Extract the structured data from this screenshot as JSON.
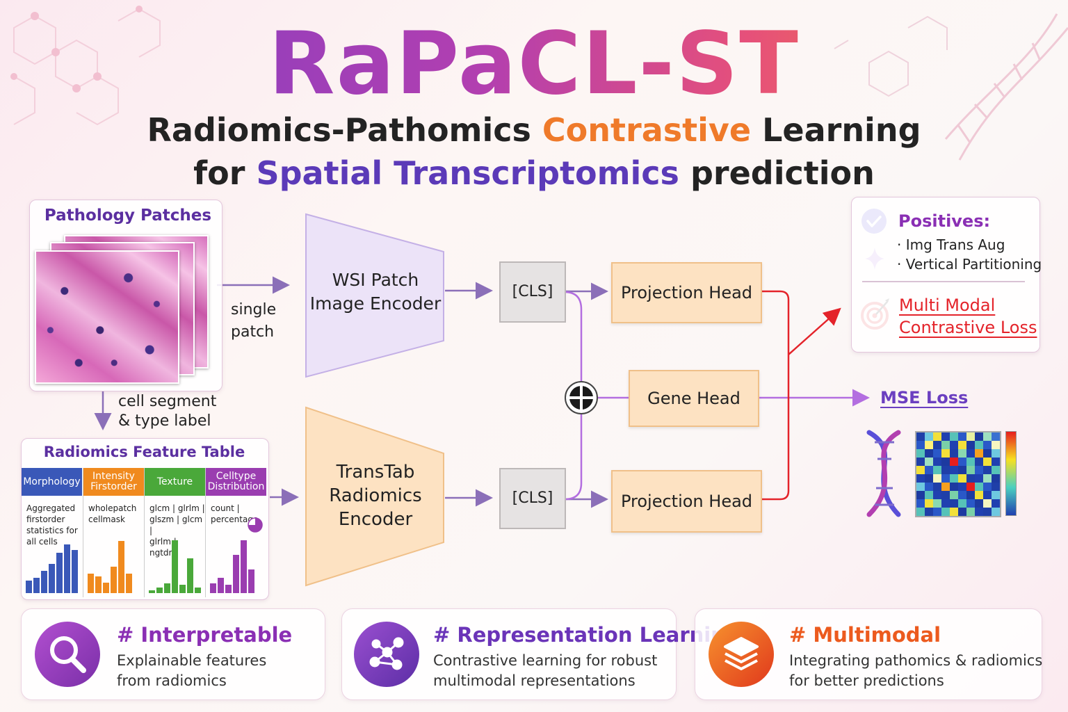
{
  "title": "RaPaCL-ST",
  "subtitle": {
    "line1_part1": "Radiomics-Pathomics ",
    "line1_highlight": "Contrastive",
    "line1_part2": " Learning",
    "line2_part1": "for ",
    "line2_highlight": "Spatial Transcriptomics",
    "line2_part2": " prediction"
  },
  "pathology": {
    "title": "Pathology Patches"
  },
  "labels": {
    "single_patch_1": "single",
    "single_patch_2": "patch",
    "cell_segment_1": "cell segment",
    "cell_segment_2": "& type label"
  },
  "encoders": {
    "wsi_1": "WSI Patch",
    "wsi_2": "Image Encoder",
    "transtab_1": "TransTab",
    "transtab_2": "Radiomics",
    "transtab_3": "Encoder"
  },
  "tokens": {
    "cls_top": "[CLS]",
    "cls_bottom": "[CLS]"
  },
  "heads": {
    "projection_top": "Projection Head",
    "gene": "Gene Head",
    "projection_bottom": "Projection Head"
  },
  "losses": {
    "positives_title": "Positives:",
    "positive_1": "· Img Trans Aug",
    "positive_2": "· Vertical Partitioning",
    "multimodal_1": "Multi Modal",
    "multimodal_2": "Contrastive Loss",
    "mse": "MSE Loss"
  },
  "radiomics_table": {
    "title": "Radiomics Feature Table",
    "columns": [
      {
        "header_1": "Morphology",
        "header_2": "",
        "color": "#3a58b8",
        "desc": [
          "Aggregated",
          "firstorder",
          "statistics for",
          "all cells"
        ],
        "bars": [
          0.18,
          0.22,
          0.32,
          0.42,
          0.58,
          0.7,
          0.62
        ]
      },
      {
        "header_1": "Intensity",
        "header_2": "Firstorder",
        "color": "#f08a1e",
        "desc": [
          "wholepatch",
          "cellmask",
          "",
          ""
        ],
        "bars": [
          0.28,
          0.24,
          0.15,
          0.38,
          0.75,
          0.28
        ]
      },
      {
        "header_1": "Texture",
        "header_2": "",
        "color": "#4aa83a",
        "desc": [
          "glcm | glrlm |",
          "glszm | glcm |",
          "glrlm | ngtdm",
          ""
        ],
        "bars": [
          0.04,
          0.08,
          0.14,
          0.76,
          0.12,
          0.5,
          0.08
        ]
      },
      {
        "header_1": "Celltype",
        "header_2": "Distribution",
        "color": "#9a3db0",
        "desc": [
          "count |",
          "percentage",
          "",
          ""
        ],
        "bars": [
          0.14,
          0.22,
          0.12,
          0.55,
          0.76,
          0.34
        ]
      }
    ]
  },
  "heatmap": {
    "cells": [
      [
        "#1f3fa8",
        "#6ec8e0",
        "#f2e03a",
        "#2040b0",
        "#56c2b8",
        "#2a58c8",
        "#e8f0a0",
        "#1d3aa0",
        "#9ee0c0",
        "#3a70d0"
      ],
      [
        "#2a58c8",
        "#fff27a",
        "#1f3fa8",
        "#7ad0a8",
        "#2040b0",
        "#f2e03a",
        "#1d3aa0",
        "#56c2b8",
        "#2a58c8",
        "#f6f6c0"
      ],
      [
        "#56c2b8",
        "#1d3aa0",
        "#2a58c8",
        "#f2e03a",
        "#1f3fa8",
        "#8ad8b0",
        "#2040b0",
        "#f6a020",
        "#1d3aa0",
        "#6ec8e0"
      ],
      [
        "#1f3fa8",
        "#9ee0c0",
        "#2040b0",
        "#1d3aa0",
        "#e61e1e",
        "#2a58c8",
        "#56c2b8",
        "#1f3fa8",
        "#f2e03a",
        "#2040b0"
      ],
      [
        "#f2e03a",
        "#2a58c8",
        "#56c2b8",
        "#1f3fa8",
        "#2040b0",
        "#1d3aa0",
        "#7ad0a8",
        "#2a58c8",
        "#1f3fa8",
        "#56c2b8"
      ],
      [
        "#2040b0",
        "#1d3aa0",
        "#f6f6c0",
        "#2a58c8",
        "#56c2b8",
        "#f2e03a",
        "#1f3fa8",
        "#2040b0",
        "#9ee0c0",
        "#1d3aa0"
      ],
      [
        "#6ec8e0",
        "#2a58c8",
        "#1f3fa8",
        "#f6a020",
        "#1d3aa0",
        "#2040b0",
        "#e61e1e",
        "#56c2b8",
        "#2a58c8",
        "#1f3fa8"
      ],
      [
        "#1d3aa0",
        "#56c2b8",
        "#2040b0",
        "#1f3fa8",
        "#7ad0a8",
        "#2a58c8",
        "#1d3aa0",
        "#f2e03a",
        "#2040b0",
        "#6ec8e0"
      ],
      [
        "#2a58c8",
        "#f2e03a",
        "#8ad8b0",
        "#2040b0",
        "#1f3fa8",
        "#56c2b8",
        "#2a58c8",
        "#1d3aa0",
        "#f6f6c0",
        "#2040b0"
      ],
      [
        "#56c2b8",
        "#1f3fa8",
        "#2a58c8",
        "#56c2b8",
        "#f2e03a",
        "#1d3aa0",
        "#7ad0a8",
        "#2040b0",
        "#1f3fa8",
        "#6ec8e0"
      ]
    ]
  },
  "cards": [
    {
      "title": "# Interpretable",
      "desc_1": "Explainable features",
      "desc_2": "from radiomics",
      "icon": "magnifier-icon",
      "color": "#8a2fb4"
    },
    {
      "title": "# Representation Learning",
      "desc_1": "Contrastive learning for robust",
      "desc_2": "multimodal representations",
      "icon": "network-icon",
      "color": "#6a34b8"
    },
    {
      "title": "# Multimodal",
      "desc_1": "Integrating pathomics & radiomics",
      "desc_2": "for better predictions",
      "icon": "layers-icon",
      "color": "#ec5a1e"
    }
  ],
  "colors": {
    "purple_arrow": "#8b6fb8",
    "violet_line": "#b36ee0",
    "red_line": "#e4232a",
    "encoder_purple": "#ece3f8",
    "encoder_orange": "#fde2c2"
  }
}
